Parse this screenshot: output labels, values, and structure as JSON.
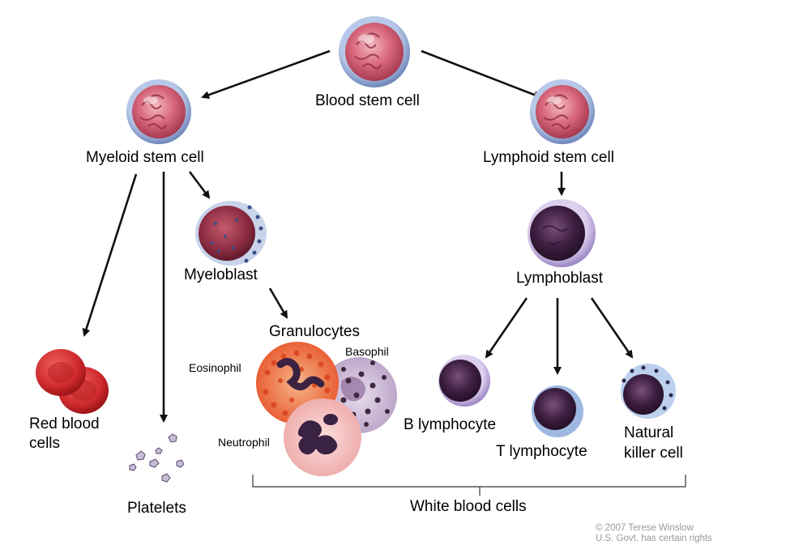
{
  "labels": {
    "blood_stem_cell": "Blood stem cell",
    "myeloid_stem_cell": "Myeloid stem cell",
    "lymphoid_stem_cell": "Lymphoid stem cell",
    "myeloblast": "Myeloblast",
    "lymphoblast": "Lymphoblast",
    "granulocytes": "Granulocytes",
    "eosinophil": "Eosinophil",
    "basophil": "Basophil",
    "neutrophil": "Neutrophil",
    "red_blood_cells_line1": "Red blood",
    "red_blood_cells_line2": "cells",
    "platelets": "Platelets",
    "b_lymphocyte": "B lymphocyte",
    "t_lymphocyte": "T lymphocyte",
    "natural_killer_line1": "Natural",
    "natural_killer_line2": "killer cell",
    "white_blood_cells": "White blood cells"
  },
  "credit": {
    "line1": "© 2007 Terese Winslow",
    "line2": "U.S. Govt. has certain rights"
  },
  "colors": {
    "stem_cell": "#c9546a",
    "stem_membrane": "#7f97c4",
    "myeloblast_nucleus": "#8f2f44",
    "lymph_nucleus": "#3a1d3c",
    "lymph_membrane": "#b7a3d6",
    "red_cell": "#cf2a2d",
    "eosinophil_granules": "#e8572c",
    "basophil_granules": "#40283f",
    "neutrophil_cytoplasm": "#f3c4c2",
    "arrow": "#111111"
  }
}
